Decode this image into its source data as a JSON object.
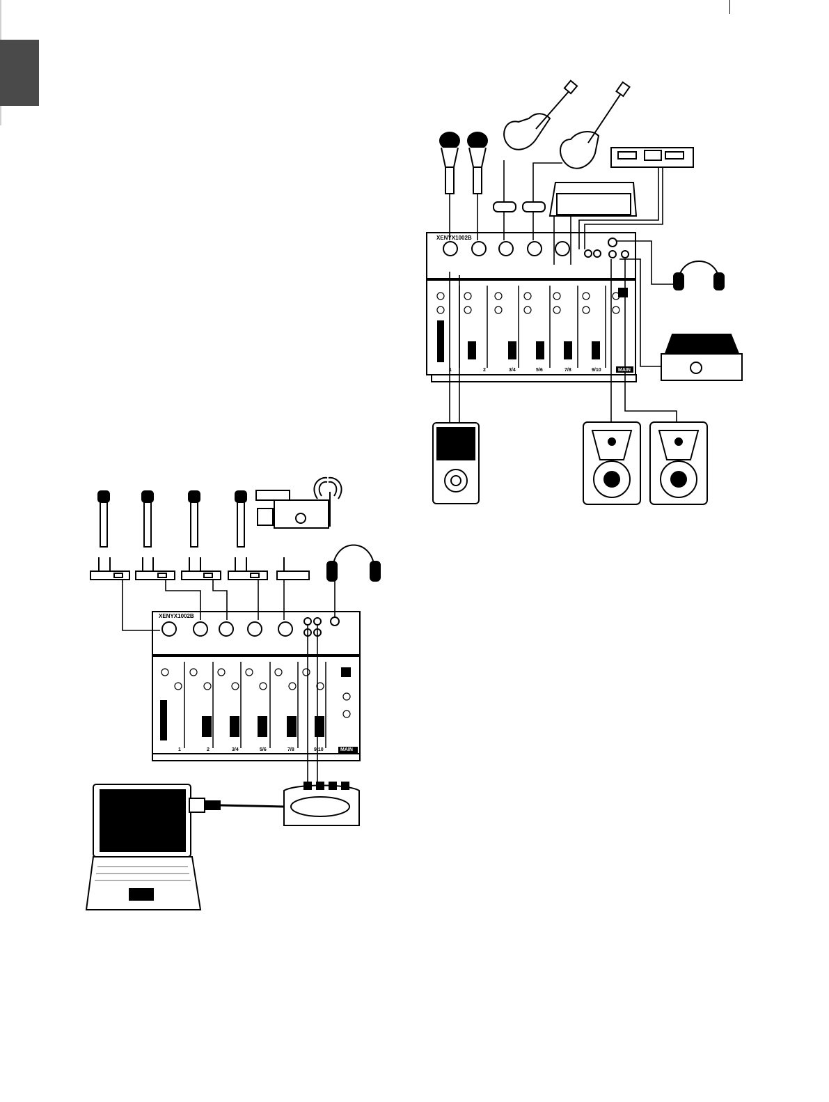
{
  "setup_a": {
    "mixer_brand": "XENYX1002B",
    "channel_labels": [
      "1",
      "2",
      "3/4",
      "5/6",
      "7/8",
      "9/10",
      "MAIN"
    ]
  },
  "setup_b": {
    "mixer_brand": "XENYX1002B",
    "channel_labels": [
      "1",
      "2",
      "3/4",
      "5/6",
      "7/8",
      "9/10",
      "MAIN"
    ]
  }
}
